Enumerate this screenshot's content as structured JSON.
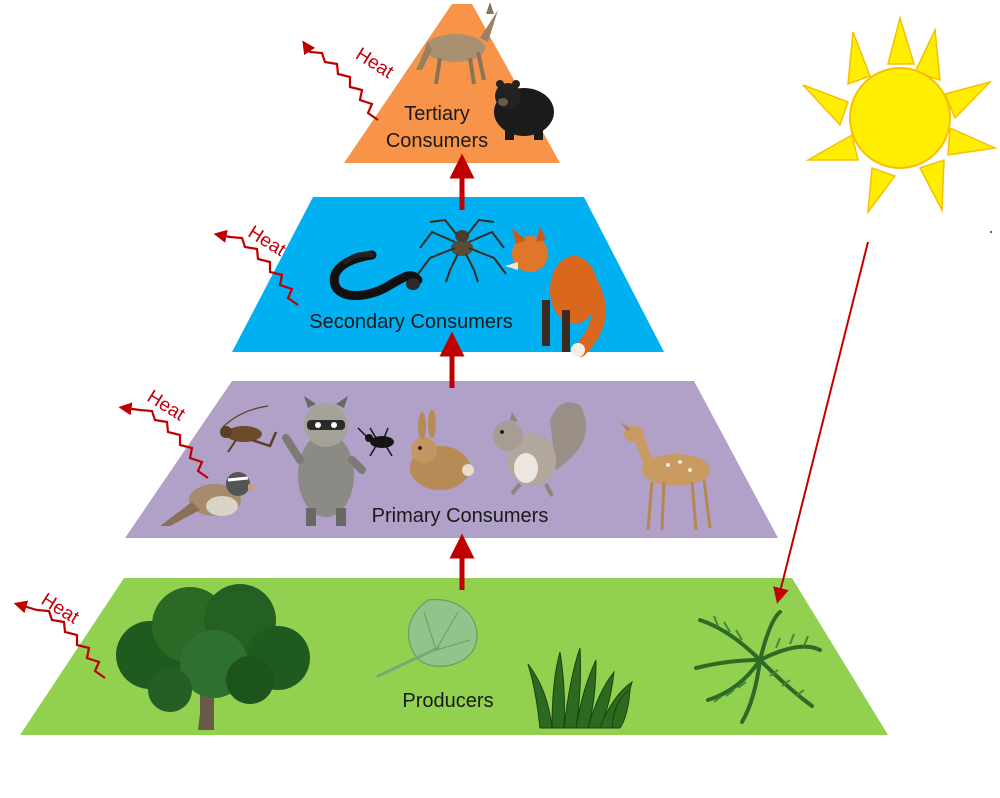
{
  "levels": {
    "tertiary": {
      "line1": "Tertiary",
      "line2": "Consumers",
      "color": "#f7944a"
    },
    "secondary": {
      "label": "Secondary Consumers",
      "color": "#00b0f0"
    },
    "primary": {
      "label": "Primary Consumers",
      "color": "#b1a0c7"
    },
    "producers": {
      "label": "Producers",
      "color": "#92d050"
    }
  },
  "heat_label": "Heat",
  "colors": {
    "arrow": "#c00000",
    "heat": "#c00000",
    "sun": "#ffee00",
    "sun_outline": "#f5c000"
  },
  "organisms": {
    "tertiary": [
      "coyote",
      "black-bear"
    ],
    "secondary": [
      "snake",
      "spider",
      "red-fox"
    ],
    "primary": [
      "cricket",
      "sparrow",
      "raccoon",
      "beetle",
      "rabbit",
      "squirrel",
      "deer"
    ],
    "producers": [
      "oak-tree",
      "leaf",
      "grass",
      "fern"
    ]
  }
}
